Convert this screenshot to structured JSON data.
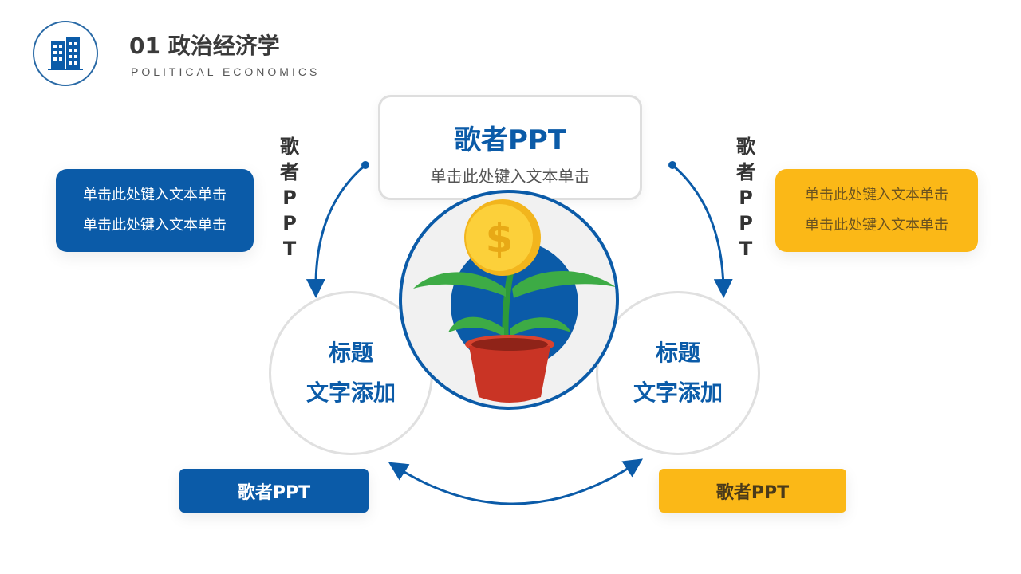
{
  "header": {
    "title": "01 政治经济学",
    "subtitle": "POLITICAL ECONOMICS"
  },
  "top_box": {
    "title": "歌者PPT",
    "text": "单击此处键入文本单击"
  },
  "left_circle": {
    "line1": "标题",
    "line2": "文字添加"
  },
  "right_circle": {
    "line1": "标题",
    "line2": "文字添加"
  },
  "left_box": {
    "line1": "单击此处键入文本单击",
    "line2": "单击此处键入文本单击"
  },
  "right_box": {
    "line1": "单击此处键入文本单击",
    "line2": "单击此处键入文本单击"
  },
  "left_vertical": [
    "歌",
    "者",
    "P",
    "P",
    "T"
  ],
  "right_vertical": [
    "歌",
    "者",
    "P",
    "P",
    "T"
  ],
  "left_button": "歌者PPT",
  "right_button": "歌者PPT",
  "colors": {
    "blue": "#0b5ba8",
    "yellow": "#fbb817"
  }
}
